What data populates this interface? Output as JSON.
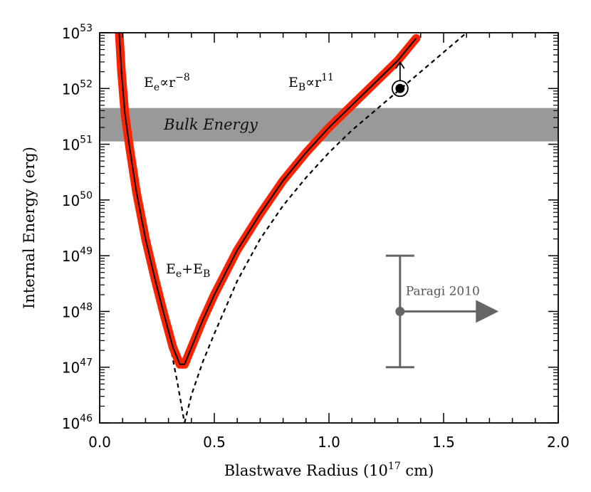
{
  "chart_data": {
    "type": "line",
    "title": "",
    "xlabel": {
      "prefix": "Blastwave Radius (10",
      "sup": "17",
      "suffix": " cm)"
    },
    "ylabel": "Internal Energy (erg)",
    "xlim": [
      0.0,
      2.0
    ],
    "ylim_log10": [
      46,
      53
    ],
    "y_scale": "log",
    "x_ticks": [
      "0.0",
      "0.5",
      "1.0",
      "1.5",
      "2.0"
    ],
    "y_ticks": [
      {
        "base": "10",
        "exp": "46"
      },
      {
        "base": "10",
        "exp": "47"
      },
      {
        "base": "10",
        "exp": "48"
      },
      {
        "base": "10",
        "exp": "49"
      },
      {
        "base": "10",
        "exp": "50"
      },
      {
        "base": "10",
        "exp": "51"
      },
      {
        "base": "10",
        "exp": "52"
      },
      {
        "base": "10",
        "exp": "53"
      }
    ],
    "bulk_energy_band": {
      "label": "Bulk Energy",
      "log10_min": 51.05,
      "log10_max": 51.65,
      "color": "#999999"
    },
    "annotations": {
      "ee": {
        "E": "E",
        "sub": "e",
        "rest": "∝r",
        "sup": "−8"
      },
      "eb": {
        "E": "E",
        "sub": "B",
        "rest": "∝r",
        "sup": "11"
      },
      "sum": {
        "E1": "E",
        "sub1": "e",
        "plus": "+E",
        "sub2": "B"
      }
    },
    "series": [
      {
        "key": "ee_dashed",
        "style": "dashed",
        "color": "#000000",
        "x": [
          0.08,
          0.09,
          0.1,
          0.12,
          0.15,
          0.18,
          0.22,
          0.26,
          0.3,
          0.34,
          0.37
        ],
        "log10_y": [
          52.5,
          51.95,
          51.5,
          50.88,
          50.1,
          49.45,
          48.75,
          48.15,
          47.55,
          46.7,
          46.0
        ]
      },
      {
        "key": "eb_dashed",
        "style": "dashed",
        "color": "#000000",
        "x": [
          0.37,
          0.4,
          0.45,
          0.5,
          0.6,
          0.7,
          0.8,
          0.9,
          1.0,
          1.1,
          1.2,
          1.3,
          1.4,
          1.5,
          1.6
        ],
        "log10_y": [
          46.0,
          46.5,
          47.1,
          47.6,
          48.55,
          49.3,
          49.9,
          50.4,
          50.85,
          51.25,
          51.6,
          51.95,
          52.3,
          52.65,
          53.0
        ]
      },
      {
        "key": "sum_curve",
        "style": "thick",
        "color": "#ff2200",
        "inner_color": "#000000",
        "x": [
          0.085,
          0.095,
          0.11,
          0.13,
          0.16,
          0.2,
          0.24,
          0.28,
          0.32,
          0.35,
          0.37,
          0.4,
          0.45,
          0.5,
          0.6,
          0.7,
          0.8,
          0.9,
          1.0,
          1.1,
          1.2,
          1.3,
          1.38
        ],
        "log10_y": [
          53.0,
          52.3,
          51.55,
          50.95,
          50.15,
          49.3,
          48.6,
          47.95,
          47.35,
          47.05,
          47.05,
          47.35,
          47.85,
          48.3,
          49.1,
          49.75,
          50.35,
          50.85,
          51.3,
          51.7,
          52.1,
          52.5,
          52.9
        ]
      }
    ],
    "limit_point": {
      "x": 1.31,
      "log10_y": 52.0,
      "direction": "up"
    },
    "paragi": {
      "label": "Paragi 2010",
      "x": 1.31,
      "log10_y": 48.0,
      "log10_err_low": 47.0,
      "log10_err_high": 49.0,
      "arrow_to_x": 1.74,
      "color": "#666666"
    }
  }
}
